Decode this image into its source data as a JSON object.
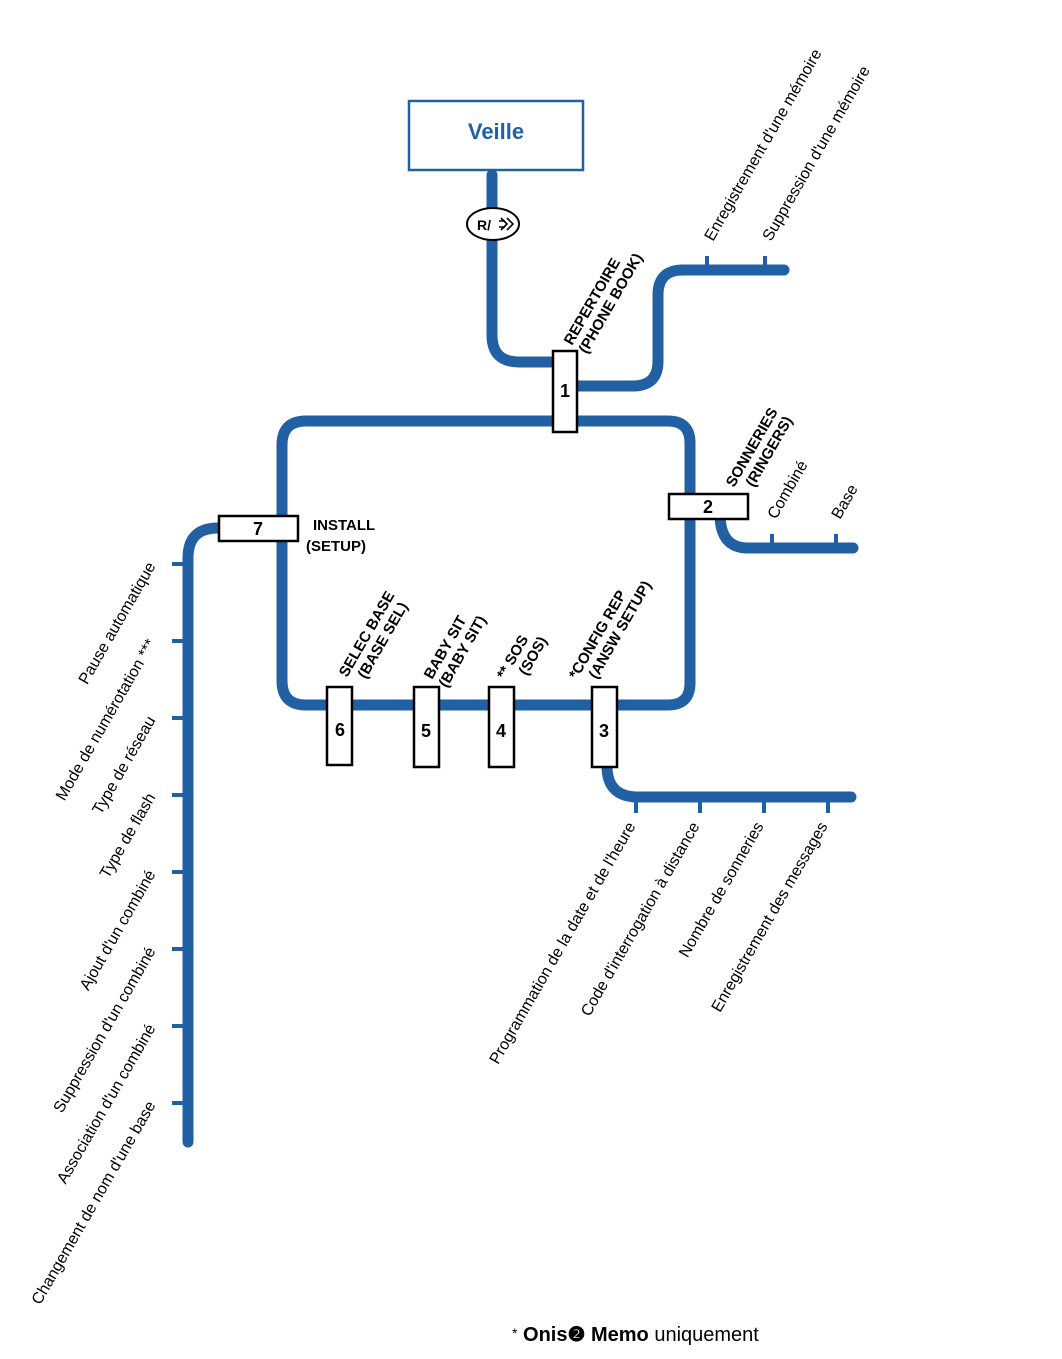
{
  "standby": {
    "label": "Veille"
  },
  "key": {
    "label": "R/"
  },
  "menus": [
    {
      "number": "1",
      "line1": "REPERTOIRE",
      "line2": "(PHONE BOOK)",
      "items": [
        "Enregistrement d'une mémoire",
        "Suppression d'une mémoire"
      ]
    },
    {
      "number": "2",
      "line1": "SONNERIES",
      "line2": "(RINGERS)",
      "items": [
        "Combiné",
        "Base"
      ]
    },
    {
      "number": "3",
      "line1": "*CONFIG REP",
      "line2": "(ANSW SETUP)",
      "items": [
        "Programmation de la date et de l'heure",
        "Code d'interrogation à distance",
        "Nombre de sonneries",
        "Enregistrement des messages"
      ]
    },
    {
      "number": "4",
      "line1": "** SOS",
      "line2": "(SOS)",
      "items": []
    },
    {
      "number": "5",
      "line1": "BABY SIT",
      "line2": "(BABY SIT)",
      "items": []
    },
    {
      "number": "6",
      "line1": "SELEC BASE",
      "line2": "(BASE SEL)",
      "items": []
    },
    {
      "number": "7",
      "line1": "INSTALL",
      "line2": "(SETUP)",
      "items": [
        "Pause automatique",
        "Mode de numérotation ***",
        "Type de réseau",
        "Type de flash",
        "Ajout d'un combiné",
        "Suppression d'un combiné",
        "Association d'un combiné",
        "Changement de nom d'une base"
      ]
    }
  ],
  "footnote": {
    "star": "*",
    "brand": "Onis",
    "circled_number": "❷",
    "model": "Memo",
    "suffix": "uniquement"
  },
  "colors": {
    "line": "#2160a3",
    "standby_text": "#2160a3"
  }
}
